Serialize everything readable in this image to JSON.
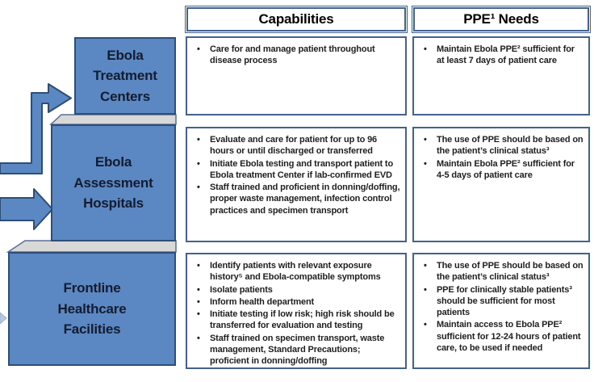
{
  "figure": {
    "description_columns": {
      "capabilities": "Capabilities",
      "ppe_needs": "PPE¹ Needs"
    }
  },
  "columns": {
    "capabilities": "Capabilities",
    "ppe_needs": "PPE¹ Needs"
  },
  "tiers": [
    {
      "label": "Ebola Treatment Centers",
      "capabilities": [
        "Care for and manage patient throughout disease process"
      ],
      "ppe_needs": [
        "Maintain Ebola PPE² sufficient for at least 7 days of patient care"
      ]
    },
    {
      "label": "Ebola Assessment Hospitals",
      "capabilities": [
        "Evaluate and care for patient for up to 96 hours or until discharged or transferred",
        "Initiate Ebola testing and transport patient to Ebola treatment Center if lab-confirmed EVD",
        "Staff trained and proficient in donning/doffing, proper waste management, infection control practices and specimen transport"
      ],
      "ppe_needs": [
        "The use of PPE should be based on the patient’s clinical status³",
        "Maintain Ebola PPE² sufficient for 4-5 days of patient care"
      ]
    },
    {
      "label": "Frontline Healthcare Facilities",
      "capabilities": [
        "Identify patients with relevant exposure history⁵ and Ebola-compatible symptoms",
        "Isolate patients",
        "Inform health department",
        "Initiate testing if low risk; high risk should be transferred for evaluation and testing",
        "Staff trained on specimen transport, waste management, Standard Precautions; proficient in donning/doffing"
      ],
      "ppe_needs": [
        "The use of PPE should be based on the patient’s clinical status³",
        "PPE for clinically stable patients³ should be sufficient for most patients",
        "Maintain access to Ebola PPE² sufficient for 12-24 hours of patient care, to be used if needed"
      ]
    }
  ],
  "icons": {
    "elbow_arrow": "elbow-arrow-into-treatment-centers",
    "block_arrow": "block-arrow-into-assessment-hospitals",
    "small_arrow": "small-arrow-into-frontline-facilities"
  },
  "colors": {
    "tier_fill": "#5b87c2",
    "tier_border": "#2e4d77",
    "box_border": "#44628e",
    "step_face": "#d8d8d8",
    "step_edge": "#5a6f92",
    "text_dark": "#141c30",
    "body_text": "#1f1f1f",
    "small_arrow": "#b7c9e1",
    "small_arrow_edge": "#9db3d2"
  }
}
